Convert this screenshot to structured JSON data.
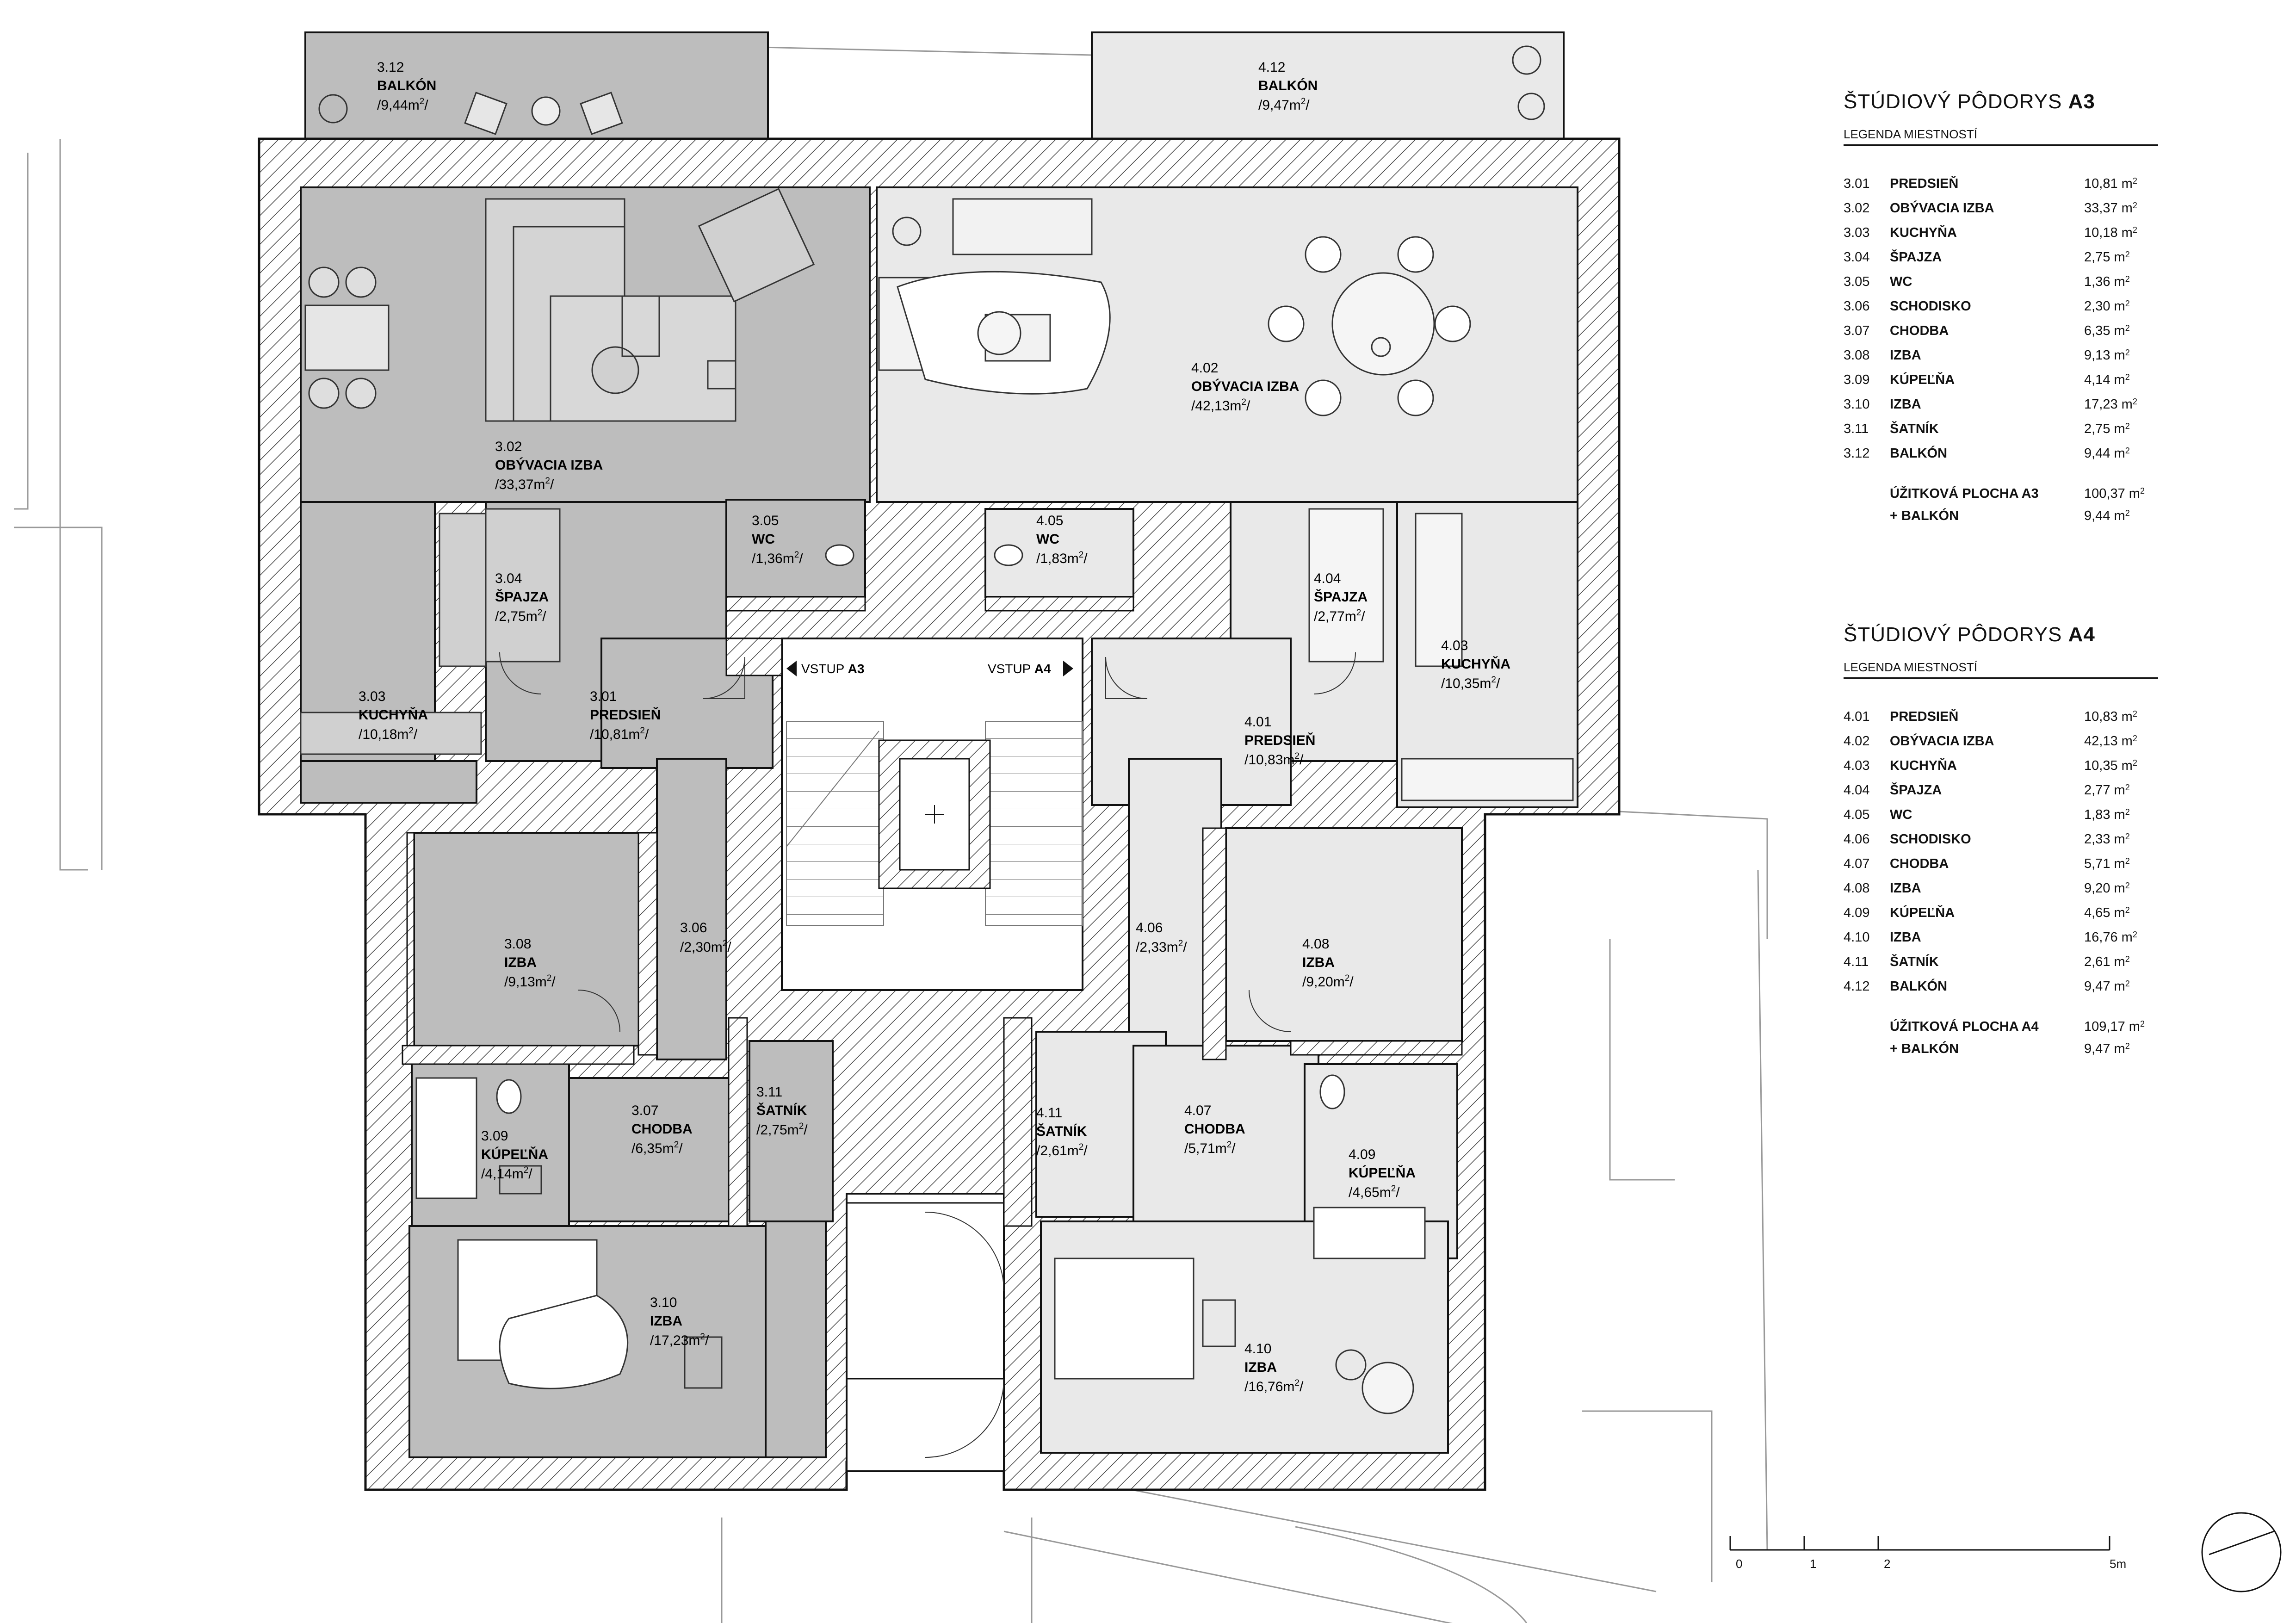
{
  "colors": {
    "dark_room": "#bdbdbd",
    "light_room": "#e9e9e9",
    "hatch": "#444444",
    "line": "#111111"
  },
  "rooms": [
    {
      "id": "r312",
      "num": "3.12",
      "name": "BALKÓN",
      "area": "/9,44m",
      "sup": "2",
      "tail": "/"
    },
    {
      "id": "r302",
      "num": "3.02",
      "name": "OBÝVACIA IZBA",
      "area": "/33,37m",
      "sup": "2",
      "tail": "/"
    },
    {
      "id": "r305",
      "num": "3.05",
      "name": "WC",
      "area": "/1,36m",
      "sup": "2",
      "tail": "/"
    },
    {
      "id": "r304",
      "num": "3.04",
      "name": "ŠPAJZA",
      "area": "/2,75m",
      "sup": "2",
      "tail": "/"
    },
    {
      "id": "r303",
      "num": "3.03",
      "name": "KUCHYŇA",
      "area": "/10,18m",
      "sup": "2",
      "tail": "/"
    },
    {
      "id": "r301",
      "num": "3.01",
      "name": "PREDSIEŇ",
      "area": "/10,81m",
      "sup": "2",
      "tail": "/"
    },
    {
      "id": "r308",
      "num": "3.08",
      "name": "IZBA",
      "area": "/9,13m",
      "sup": "2",
      "tail": "/"
    },
    {
      "id": "r306",
      "num": "3.06",
      "name": "",
      "area": "/2,30m",
      "sup": "2",
      "tail": "/"
    },
    {
      "id": "r307",
      "num": "3.07",
      "name": "CHODBA",
      "area": "/6,35m",
      "sup": "2",
      "tail": "/"
    },
    {
      "id": "r311",
      "num": "3.11",
      "name": "ŠATNÍK",
      "area": "/2,75m",
      "sup": "2",
      "tail": "/"
    },
    {
      "id": "r309",
      "num": "3.09",
      "name": "KÚPEĽŇA",
      "area": "/4,14m",
      "sup": "2",
      "tail": "/"
    },
    {
      "id": "r310",
      "num": "3.10",
      "name": "IZBA",
      "area": "/17,23m",
      "sup": "2",
      "tail": "/"
    },
    {
      "id": "r412",
      "num": "4.12",
      "name": "BALKÓN",
      "area": "/9,47m",
      "sup": "2",
      "tail": "/"
    },
    {
      "id": "r402",
      "num": "4.02",
      "name": "OBÝVACIA IZBA",
      "area": "/42,13m",
      "sup": "2",
      "tail": "/"
    },
    {
      "id": "r405",
      "num": "4.05",
      "name": "WC",
      "area": "/1,83m",
      "sup": "2",
      "tail": "/"
    },
    {
      "id": "r404",
      "num": "4.04",
      "name": "ŠPAJZA",
      "area": "/2,77m",
      "sup": "2",
      "tail": "/"
    },
    {
      "id": "r403",
      "num": "4.03",
      "name": "KUCHYŇA",
      "area": "/10,35m",
      "sup": "2",
      "tail": "/"
    },
    {
      "id": "r401",
      "num": "4.01",
      "name": "PREDSIEŇ",
      "area": "/10,83m",
      "sup": "2",
      "tail": "/"
    },
    {
      "id": "r408",
      "num": "4.08",
      "name": "IZBA",
      "area": "/9,20m",
      "sup": "2",
      "tail": "/"
    },
    {
      "id": "r406",
      "num": "4.06",
      "name": "",
      "area": "/2,33m",
      "sup": "2",
      "tail": "/"
    },
    {
      "id": "r411",
      "num": "4.11",
      "name": "ŠATNÍK",
      "area": "/2,61m",
      "sup": "2",
      "tail": "/"
    },
    {
      "id": "r407",
      "num": "4.07",
      "name": "CHODBA",
      "area": "/5,71m",
      "sup": "2",
      "tail": "/"
    },
    {
      "id": "r409",
      "num": "4.09",
      "name": "KÚPEĽŇA",
      "area": "/4,65m",
      "sup": "2",
      "tail": "/"
    },
    {
      "id": "r410",
      "num": "4.10",
      "name": "IZBA",
      "area": "/16,76m",
      "sup": "2",
      "tail": "/"
    }
  ],
  "entries": {
    "a3": {
      "prefix": "VSTUP ",
      "bold": "A3"
    },
    "a4": {
      "prefix": "VSTUP ",
      "bold": "A4"
    }
  },
  "legend_a3": {
    "title_prefix": "ŠTÚDIOVÝ PÔDORYS ",
    "title_bold": "A3",
    "subtitle": "LEGENDA MIESTNOSTÍ",
    "unit": "m",
    "unit_sup": "2",
    "rows": [
      {
        "num": "3.01",
        "name": "PREDSIEŇ",
        "area": "10,81"
      },
      {
        "num": "3.02",
        "name": "OBÝVACIA IZBA",
        "area": "33,37"
      },
      {
        "num": "3.03",
        "name": "KUCHYŇA",
        "area": "10,18"
      },
      {
        "num": "3.04",
        "name": "ŠPAJZA",
        "area": "2,75"
      },
      {
        "num": "3.05",
        "name": "WC",
        "area": "1,36"
      },
      {
        "num": "3.06",
        "name": "SCHODISKO",
        "area": "2,30"
      },
      {
        "num": "3.07",
        "name": "CHODBA",
        "area": "6,35"
      },
      {
        "num": "3.08",
        "name": "IZBA",
        "area": "9,13"
      },
      {
        "num": "3.09",
        "name": "KÚPEĽŇA",
        "area": "4,14"
      },
      {
        "num": "3.10",
        "name": "IZBA",
        "area": "17,23"
      },
      {
        "num": "3.11",
        "name": "ŠATNÍK",
        "area": "2,75"
      },
      {
        "num": "3.12",
        "name": "BALKÓN",
        "area": "9,44"
      }
    ],
    "total_label": "ÚŽITKOVÁ PLOCHA A3",
    "total_area": "100,37",
    "balcony_label": "+ BALKÓN",
    "balcony_area": "9,44"
  },
  "legend_a4": {
    "title_prefix": "ŠTÚDIOVÝ PÔDORYS ",
    "title_bold": "A4",
    "subtitle": "LEGENDA MIESTNOSTÍ",
    "unit": "m",
    "unit_sup": "2",
    "rows": [
      {
        "num": "4.01",
        "name": "PREDSIEŇ",
        "area": "10,83"
      },
      {
        "num": "4.02",
        "name": "OBÝVACIA IZBA",
        "area": "42,13"
      },
      {
        "num": "4.03",
        "name": "KUCHYŇA",
        "area": "10,35"
      },
      {
        "num": "4.04",
        "name": "ŠPAJZA",
        "area": "2,77"
      },
      {
        "num": "4.05",
        "name": "WC",
        "area": "1,83"
      },
      {
        "num": "4.06",
        "name": "SCHODISKO",
        "area": "2,33"
      },
      {
        "num": "4.07",
        "name": "CHODBA",
        "area": "5,71"
      },
      {
        "num": "4.08",
        "name": "IZBA",
        "area": "9,20"
      },
      {
        "num": "4.09",
        "name": "KÚPEĽŇA",
        "area": "4,65"
      },
      {
        "num": "4.10",
        "name": "IZBA",
        "area": "16,76"
      },
      {
        "num": "4.11",
        "name": "ŠATNÍK",
        "area": "2,61"
      },
      {
        "num": "4.12",
        "name": "BALKÓN",
        "area": "9,47"
      }
    ],
    "total_label": "ÚŽITKOVÁ PLOCHA A4",
    "total_area": "109,17",
    "balcony_label": "+ BALKÓN",
    "balcony_area": "9,47"
  },
  "scale_bar": {
    "labels": [
      "0",
      "1",
      "2",
      "5m"
    ]
  },
  "icons": {
    "north": "north-arrow-icon",
    "stair_arrow": "arrow-icon"
  }
}
